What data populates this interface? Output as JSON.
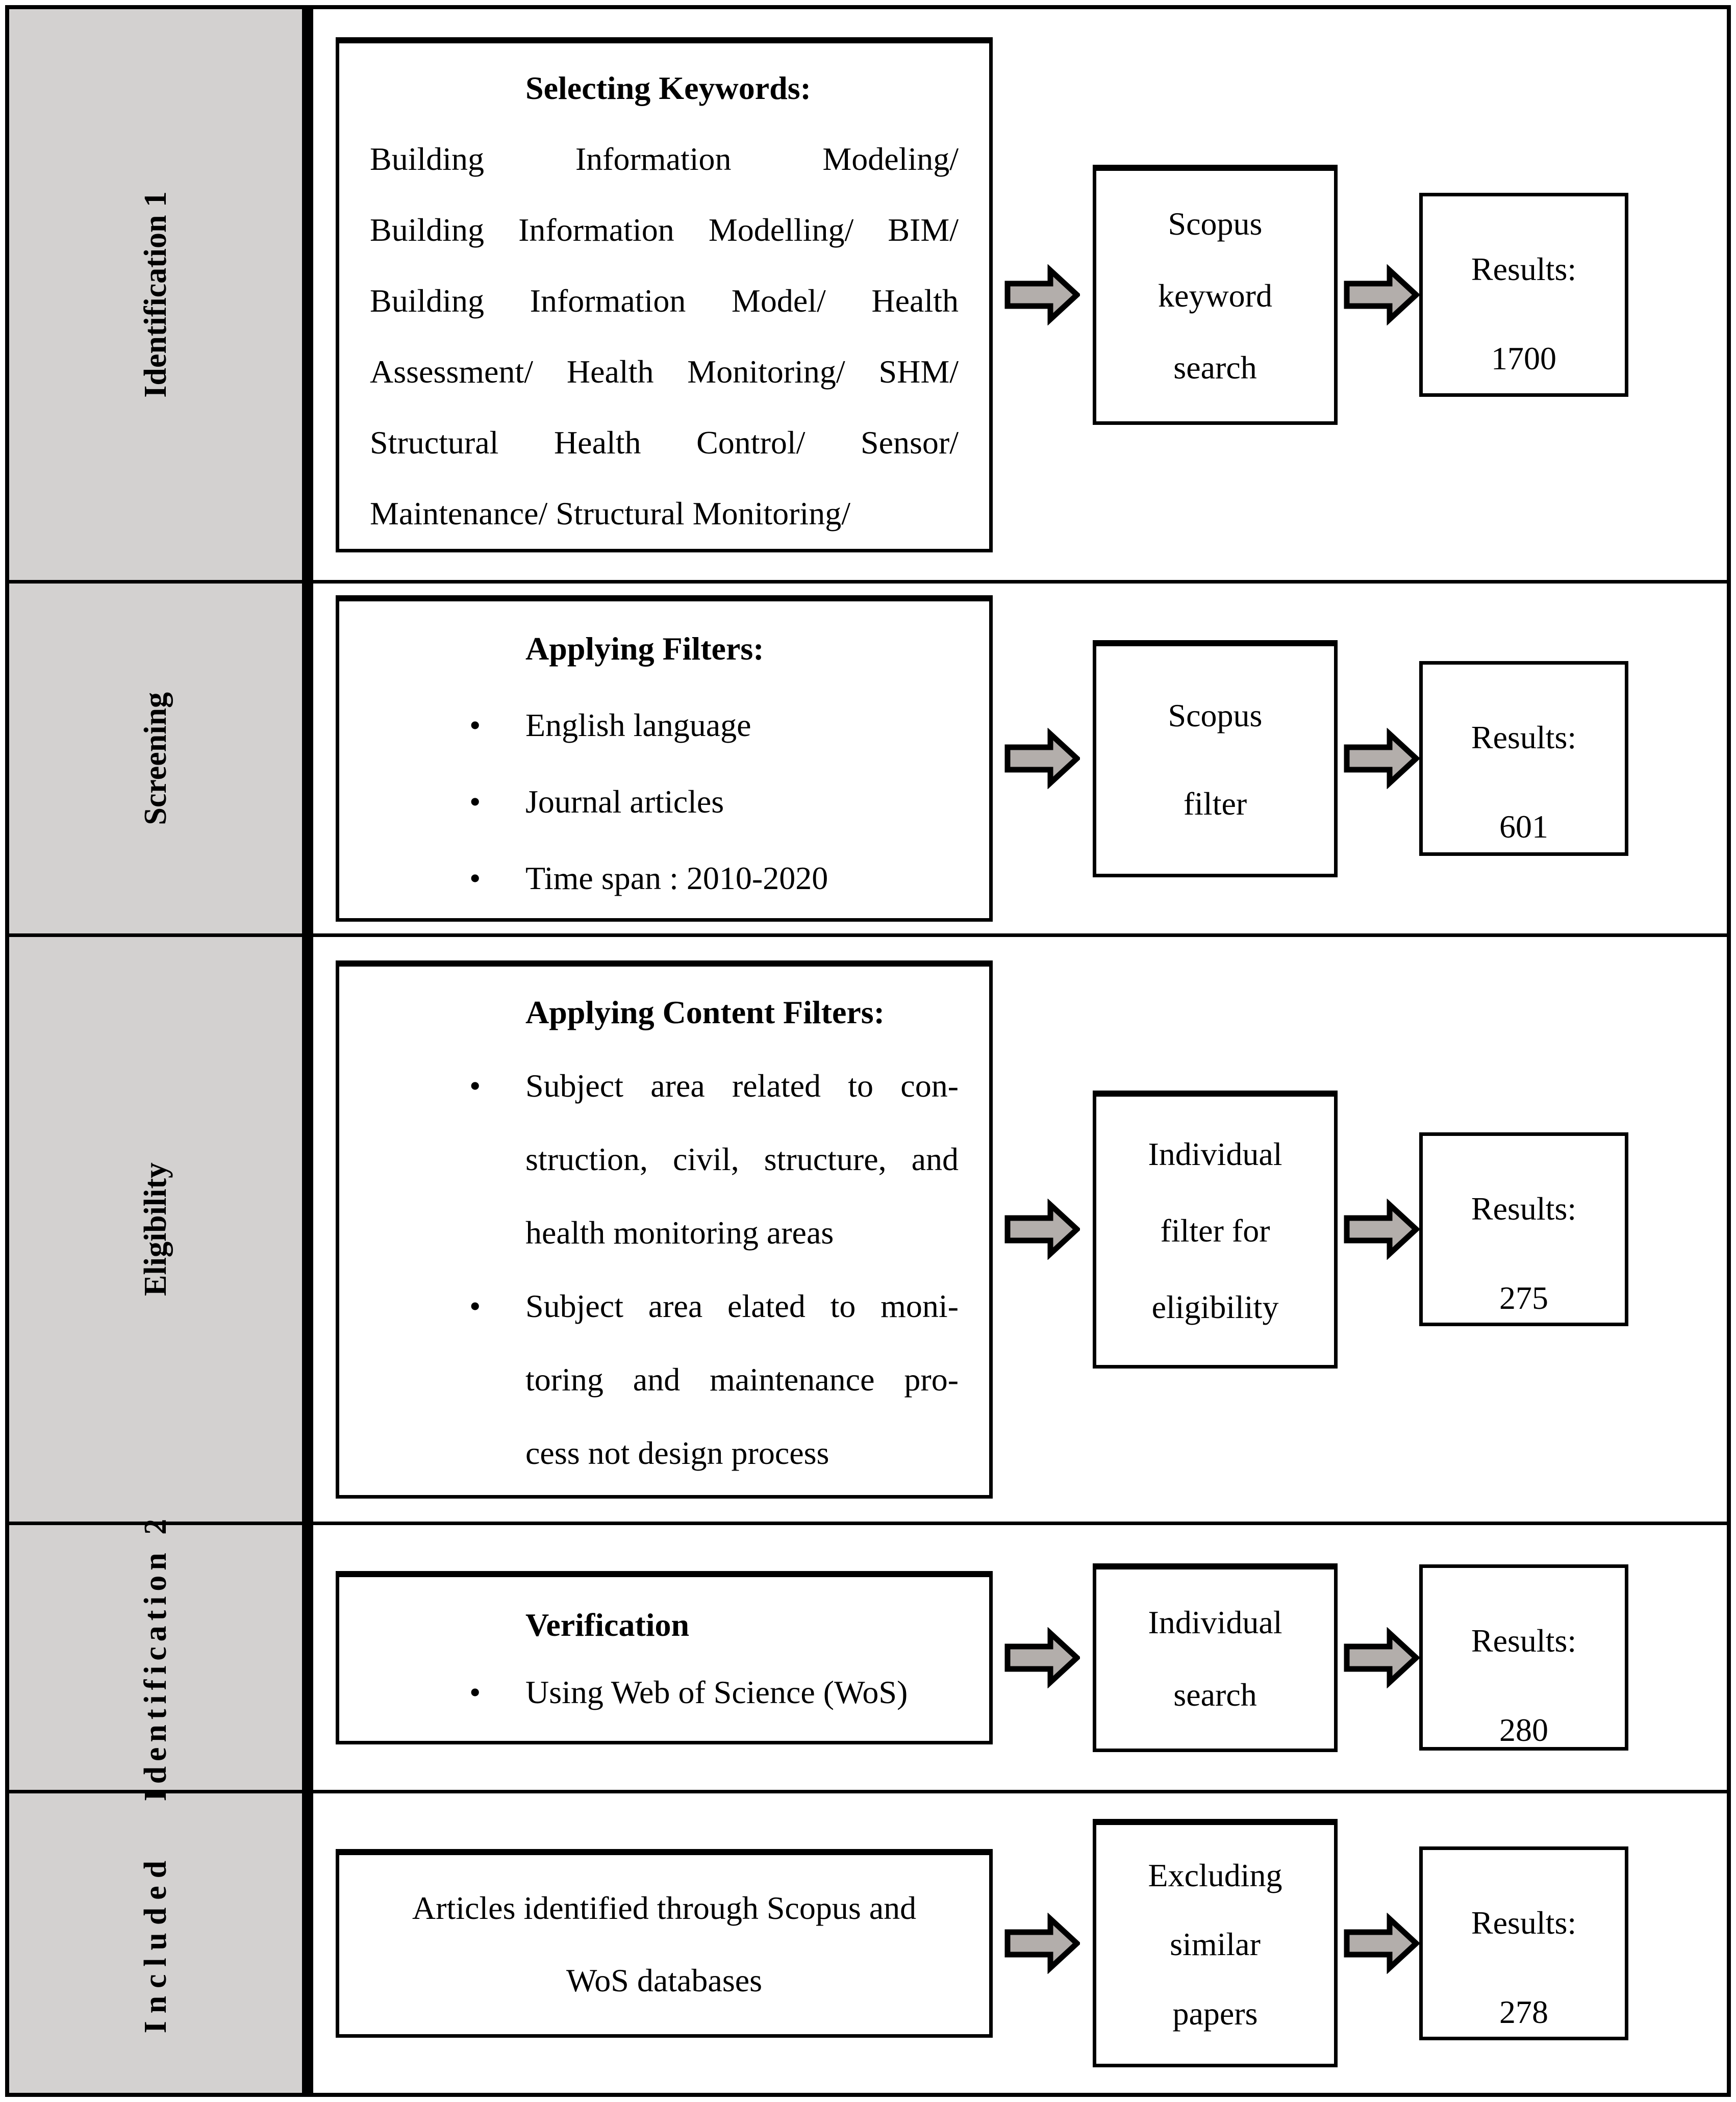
{
  "figure": {
    "type": "flow-diagram",
    "bullet_char": "•",
    "colors": {
      "sidebar_bg": "#d3d1d0",
      "arrow_fill": "#b3aeab",
      "border": "#000000",
      "box_bg": "#ffffff"
    },
    "rows": [
      {
        "label": "Identification 1",
        "content_box": {
          "title": "Selecting Keywords:",
          "justified_lines": [
            "Building Information Modeling/",
            "Building Information Modelling/ BIM/",
            "Building Information Model/ Health",
            "Assessment/ Health Monitoring/ SHM/",
            "Structural Health Control/ Sensor/",
            "Maintenance/ Structural Monitoring/"
          ]
        },
        "process_box": {
          "lines": [
            "Scopus",
            "keyword",
            "search"
          ]
        },
        "results_box": {
          "label": "Results:",
          "value": "1700"
        }
      },
      {
        "label": "Screening",
        "content_box": {
          "title": "Applying Filters:",
          "bullets": [
            "English language",
            "Journal articles",
            "Time span : 2010-2020"
          ]
        },
        "process_box": {
          "lines": [
            "Scopus",
            "filter"
          ]
        },
        "results_box": {
          "label": "Results:",
          "value": "601"
        }
      },
      {
        "label": "Eligibility",
        "content_box": {
          "title": "Applying Content Filters:",
          "bullets_multiline": [
            [
              "Subject area related to con-",
              "struction, civil, structure, and",
              "health monitoring areas"
            ],
            [
              "Subject area elated to moni-",
              "toring and maintenance pro-",
              "cess not design process"
            ]
          ]
        },
        "process_box": {
          "lines": [
            "Individual",
            "filter for",
            "eligibility"
          ]
        },
        "results_box": {
          "label": "Results:",
          "value": "275"
        }
      },
      {
        "label": "Identification 2",
        "content_box": {
          "title": "Verification",
          "bullets": [
            "Using Web of Science (WoS)"
          ]
        },
        "process_box": {
          "lines": [
            "Individual",
            "search"
          ]
        },
        "results_box": {
          "label": "Results:",
          "value": "280"
        }
      },
      {
        "label": "Included",
        "content_box": {
          "center_lines": [
            "Articles identified through Scopus and",
            "WoS databases"
          ]
        },
        "process_box": {
          "lines": [
            "Excluding",
            "similar",
            "papers"
          ]
        },
        "results_box": {
          "label": "Results:",
          "value": "278"
        }
      }
    ]
  }
}
